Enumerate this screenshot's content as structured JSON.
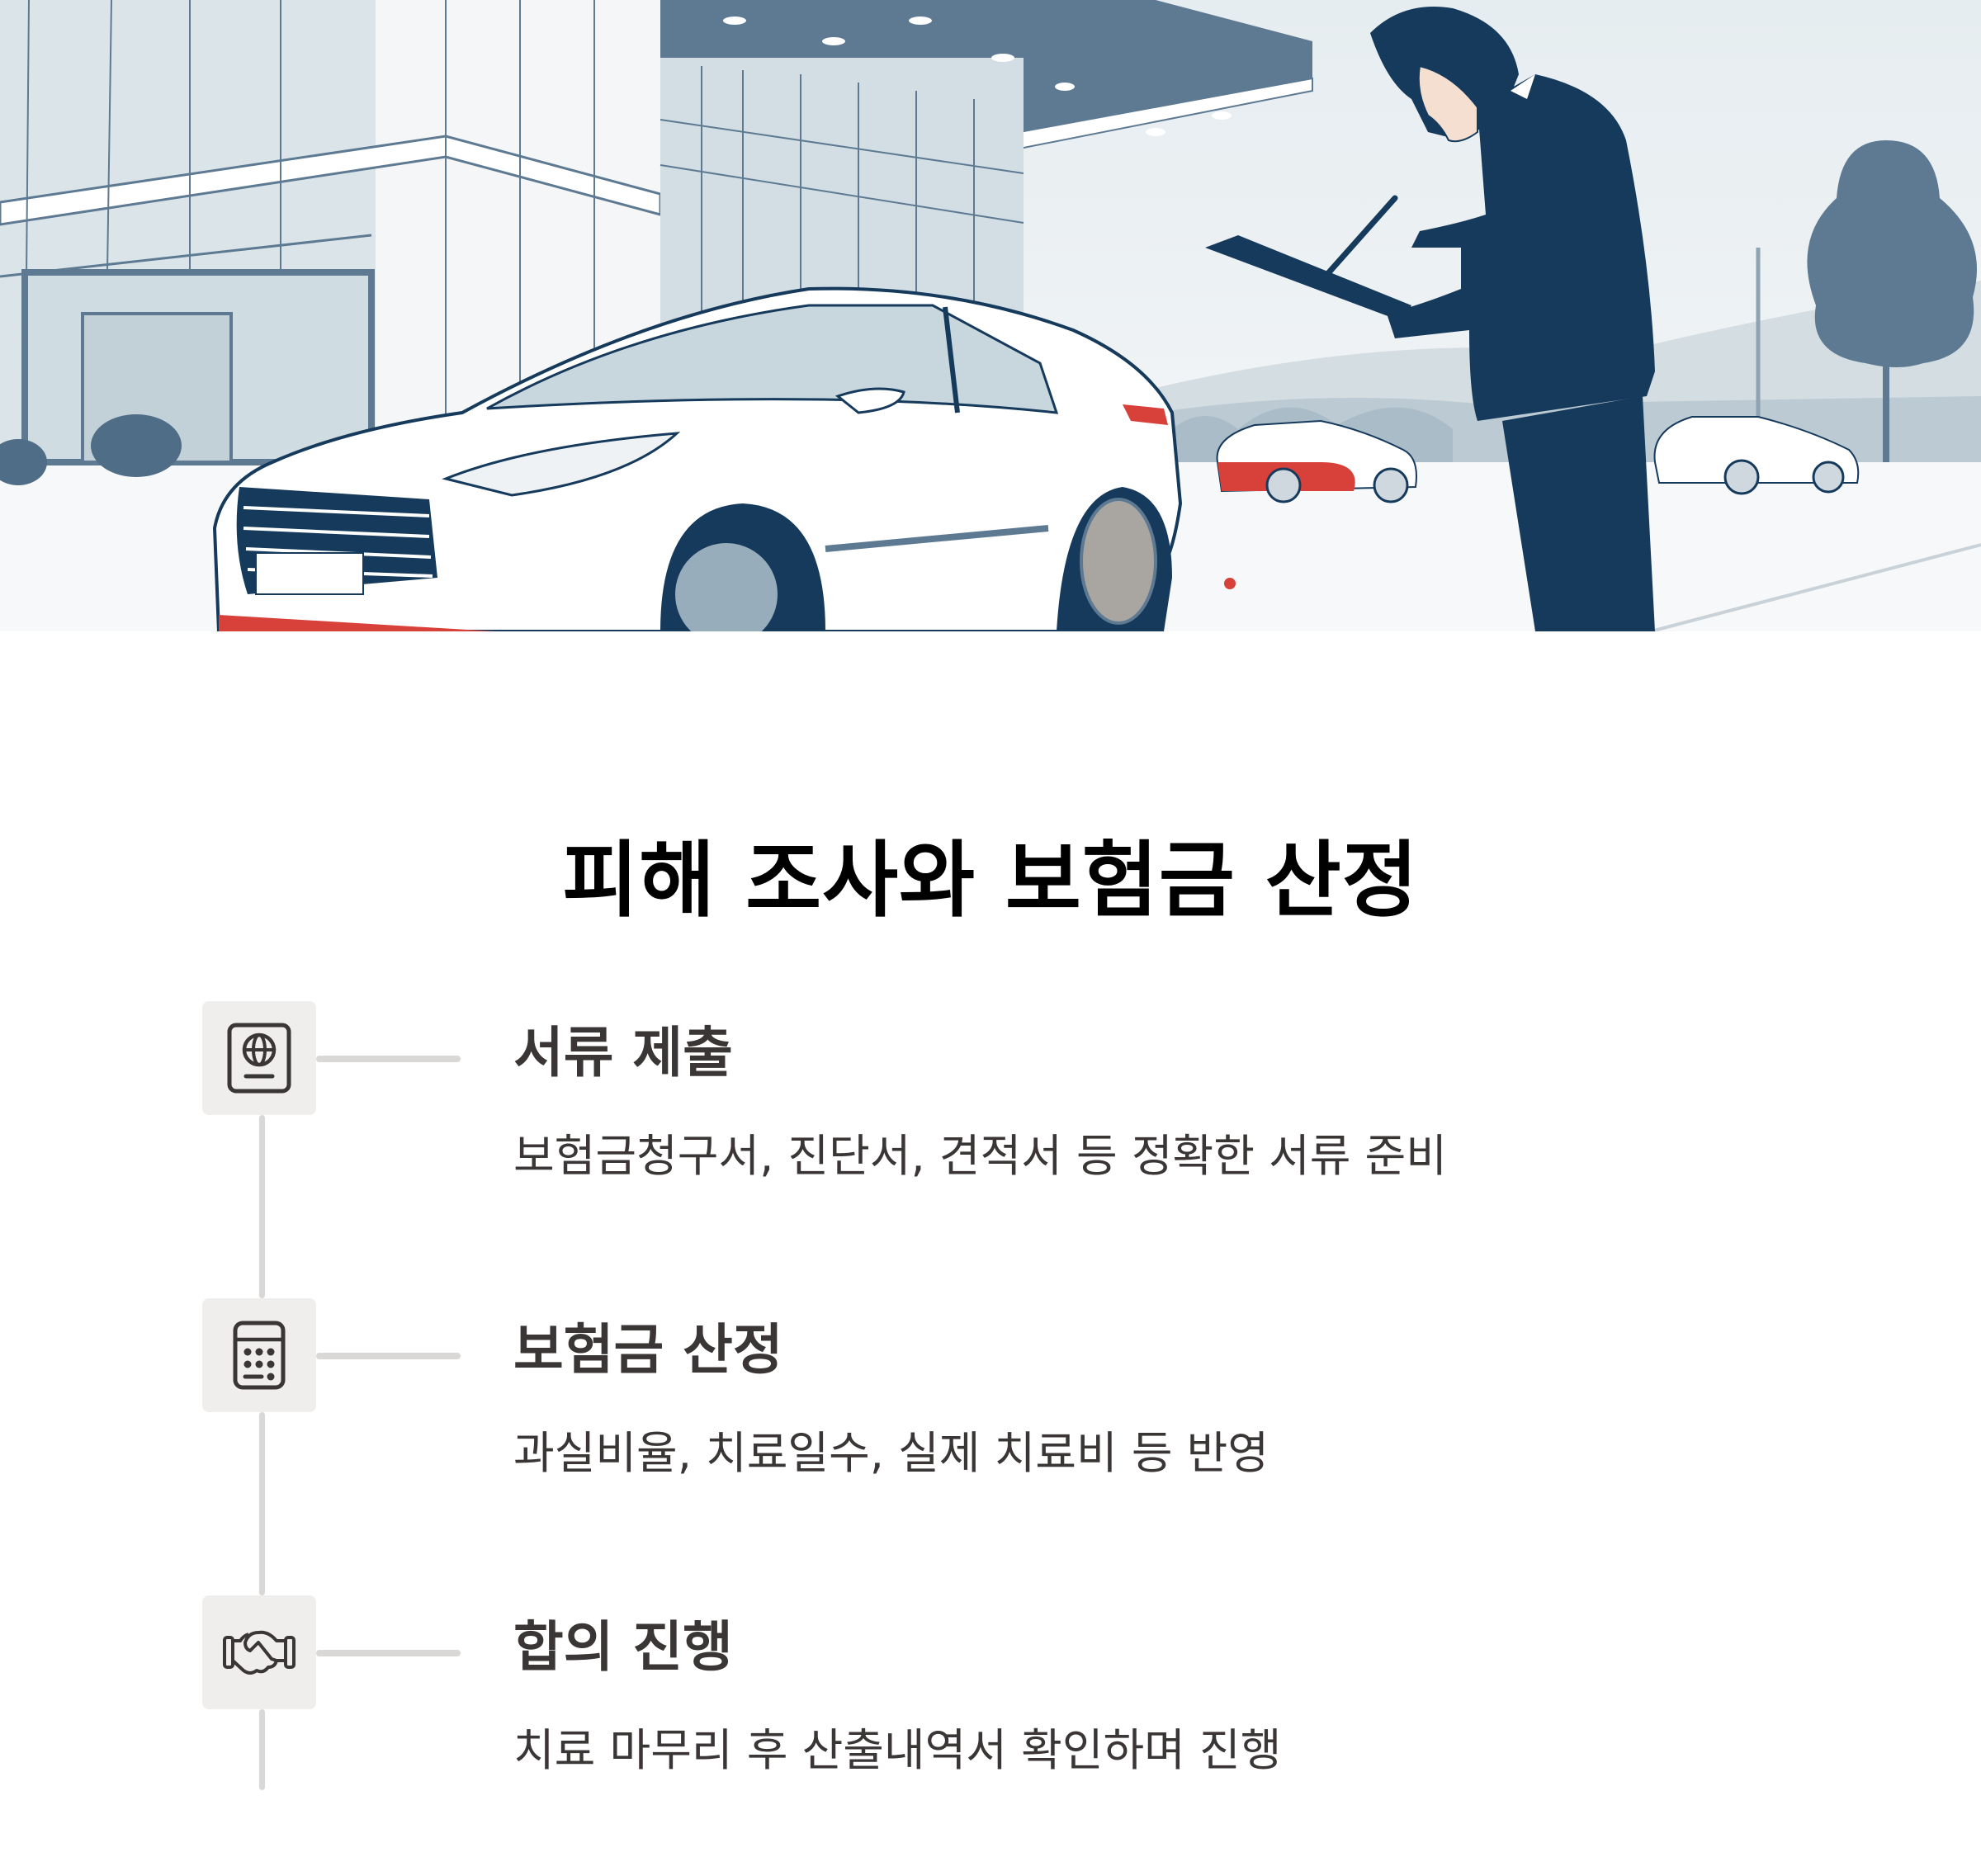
{
  "hero": {
    "illustration": "Insurance adjuster in a navy suit writing on a clipboard beside a white car in front of a dealership building; red and white cars parked in the background, trees and hills",
    "colors": {
      "navy": "#163a5c",
      "slate": "#5d7a92",
      "sky": "#e6edf0",
      "accent_red": "#d8403a"
    }
  },
  "title": "피해 조사와 보험금 산정",
  "steps": [
    {
      "icon": "passport-icon",
      "title": "서류 제출",
      "description": "보험금청구서, 진단서, 견적서 등 정확한 서류 준비"
    },
    {
      "icon": "calculator-icon",
      "title": "보험금 산정",
      "description": "과실비율, 치료일수, 실제 치료비 등 반영"
    },
    {
      "icon": "handshake-icon",
      "title": "합의 진행",
      "description": "치료 마무리 후 산출내역서 확인하며 진행"
    }
  ],
  "colors": {
    "text": "#3a3635",
    "title": "#000000",
    "icon_bg": "#f0eeed",
    "line": "#d9d8d7"
  }
}
